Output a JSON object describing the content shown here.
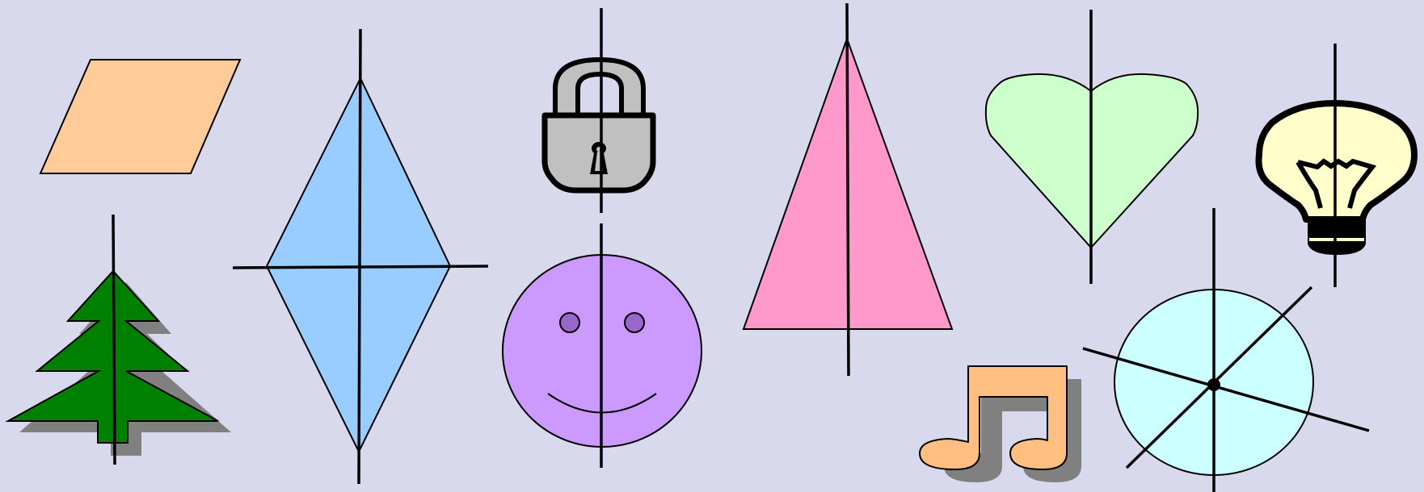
{
  "colors": {
    "background": "#d9d9ed",
    "parallelogram": "#ffcc99",
    "kite": "#99ccff",
    "lock": "#c0c0c0",
    "smiley": "#cc99ff",
    "smiley_eyes": "#9966cc",
    "triangle": "#ff99cc",
    "heart": "#ccffcc",
    "bulb": "#ffffcc",
    "tree": "#008000",
    "shadow": "#808080",
    "music_note": "#ffbf80",
    "circle": "#ccffff",
    "line": "#000000"
  },
  "shapes": [
    {
      "name": "parallelogram",
      "axes_of_symmetry": 0
    },
    {
      "name": "kite",
      "axes_of_symmetry": 2
    },
    {
      "name": "padlock-icon",
      "axes_of_symmetry": 1
    },
    {
      "name": "smiley-face",
      "axes_of_symmetry": 1
    },
    {
      "name": "isosceles-triangle",
      "axes_of_symmetry": 1
    },
    {
      "name": "heart",
      "axes_of_symmetry": 1
    },
    {
      "name": "light-bulb-icon",
      "axes_of_symmetry": 1
    },
    {
      "name": "fir-tree",
      "axes_of_symmetry": 1
    },
    {
      "name": "music-note-icon",
      "axes_of_symmetry": 0
    },
    {
      "name": "circle",
      "axes_of_symmetry": 3
    }
  ]
}
